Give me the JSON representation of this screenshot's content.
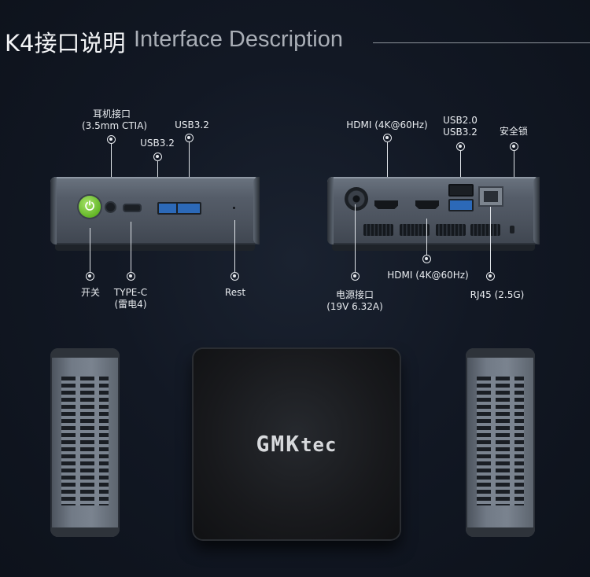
{
  "header": {
    "title_zh": "K4接口说明",
    "title_en": "Interface Description"
  },
  "front_panel": {
    "labels": {
      "audio_line1": "耳机接口",
      "audio_line2": "(3.5mm CTIA)",
      "usb_a": "USB3.2",
      "usb_b": "USB3.2",
      "power": "开关",
      "typec_line1": "TYPE-C",
      "typec_line2": "(雷电4)",
      "reset": "Rest"
    }
  },
  "rear_panel": {
    "labels": {
      "hdmi_top": "HDMI (4K@60Hz)",
      "usb2_line1": "USB2.0",
      "usb2_line2": "USB3.2",
      "lock": "安全锁",
      "hdmi_bottom": "HDMI (4K@60Hz)",
      "dc_line1": "电源接口",
      "dc_line2": "(19V 6.32A)",
      "rj45": "RJ45 (2.5G)"
    }
  },
  "top_view": {
    "brand_main": "GMK",
    "brand_suffix": "tec"
  },
  "colors": {
    "power_button": "#63b626",
    "usb3_port": "#2c69b8"
  }
}
